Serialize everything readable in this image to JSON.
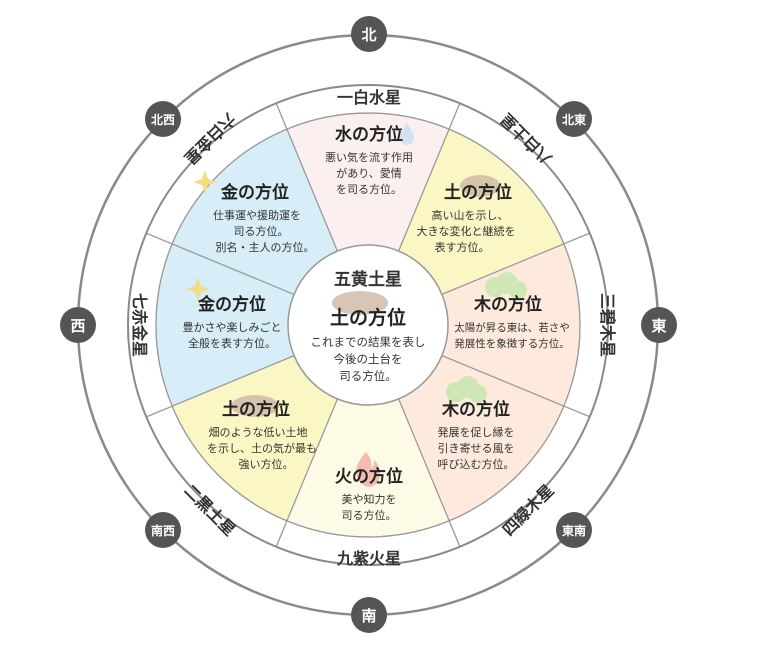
{
  "colors": {
    "north": "#fcefef",
    "northeast": "#fbf7c4",
    "east": "#fdeadc",
    "southeast": "#fdeadc",
    "south": "#fdfbe6",
    "southwest": "#fbf7c4",
    "west": "#d7edf8",
    "northwest": "#d7edf8",
    "center": "#ffffff",
    "dir_badge": "#555555",
    "ring": "#777777"
  },
  "directions": {
    "n": "北",
    "ne": "北東",
    "e": "東",
    "se": "東南",
    "s": "南",
    "sw": "南西",
    "w": "西",
    "nw": "北西"
  },
  "center": {
    "star": "五黄土星",
    "heading": "土の方位",
    "line1": "これまでの結果を表し",
    "line2": "今後の土台を",
    "line3": "司る方位。",
    "icon": "earth-mound-icon"
  },
  "sectors": {
    "north": {
      "star": "一白水星",
      "heading": "水の方位",
      "line1": "悪い気を流す作用",
      "line2": "があり、愛情",
      "line3": "を司る方位。",
      "icon": "water-drop-icon"
    },
    "northeast": {
      "star": "八白土星",
      "heading": "土の方位",
      "line1": "高い山を示し、",
      "line2": "大きな変化と継続を",
      "line3": "表す方位。",
      "icon": "mountain-icon"
    },
    "east": {
      "star": "三碧木星",
      "heading": "木の方位",
      "line1": "太陽が昇る東は、若さや",
      "line2": "発展性を象徴する方位。",
      "icon": "tree-icon"
    },
    "southeast": {
      "star": "四緑木星",
      "heading": "木の方位",
      "line1": "発展を促し縁を",
      "line2": "引き寄せる風を",
      "line3": "呼び込む方位。",
      "icon": "tree-icon"
    },
    "south": {
      "star": "九紫火星",
      "heading": "火の方位",
      "line1": "美や知力を",
      "line2": "司る方位。",
      "icon": "flame-icon"
    },
    "southwest": {
      "star": "二黒土星",
      "heading": "土の方位",
      "line1": "畑のような低い土地",
      "line2": "を示し、土の気が最も",
      "line3": "強い方位。",
      "icon": "field-icon"
    },
    "west": {
      "star": "七赤金星",
      "heading": "金の方位",
      "line1": "豊かさや楽しみごと",
      "line2": "全般を表す方位。",
      "icon": "sparkle-icon"
    },
    "northwest": {
      "star": "六白金星",
      "heading": "金の方位",
      "line1": "仕事運や援助運を",
      "line2": "司る方位。",
      "line3": "別名・主人の方位。",
      "icon": "sparkle-icon"
    }
  }
}
